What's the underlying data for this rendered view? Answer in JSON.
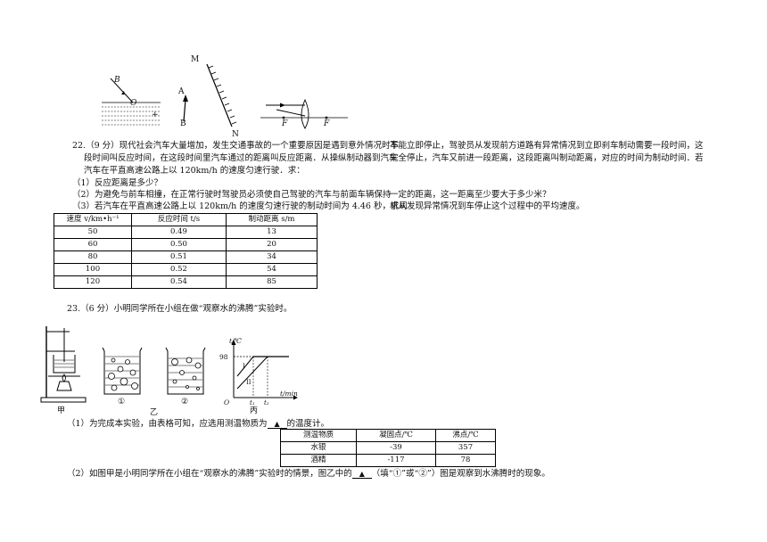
{
  "figures": {
    "fig1": {
      "ray_label": "B",
      "point_label": "O",
      "cross": "+"
    },
    "fig2": {
      "label_a": "A",
      "label_b": "B"
    },
    "fig3": {
      "label_m": "M",
      "label_n": "N"
    },
    "fig4": {
      "focus_left": "F",
      "focus_right": "F"
    }
  },
  "q22": {
    "lines_left": [
      "22.（9 分）现代社会汽车大量增加，发生交通事故的一个重要原因是遇到意外情况时车",
      "段时间叫反应时间，在这段时间里汽车通过的距离叫反应距离．从操纵制动器到汽车",
      "汽车在平直高速公路上以 120km/h 的速度匀速行驶．求：",
      "（1）反应距离是多少？",
      "（2）为避免与前车相撞，在正常行驶时驾驶员必须使自己驾驶的汽车与前面车辆保持",
      "（3）若汽车在平直高速公路上以 120km/h 的速度匀速行驶的制动时间为 4.46 秒，求司"
    ],
    "lines_right": [
      "不能立即停止，驾驶员从发现前方道路有异常情况到立即刹车制动需要一段时间，这",
      "完全停止，汽车又前进一段距离，这段距离叫制动距离，对应的时间为制动时间．若",
      "一定的距离，这一距离至少要大于多少米？",
      "机从发现异常情况到车停止这个过程中的平均速度。"
    ],
    "table": {
      "headers": [
        "速度 v/km•h⁻¹",
        "反应时间 t/s",
        "制动距离 s/m"
      ],
      "rows": [
        [
          "50",
          "0.49",
          "13"
        ],
        [
          "60",
          "0.50",
          "20"
        ],
        [
          "80",
          "0.51",
          "34"
        ],
        [
          "100",
          "0.52",
          "54"
        ],
        [
          "120",
          "0.54",
          "85"
        ]
      ]
    }
  },
  "q23": {
    "title": "23.（6 分）小明同学所在小组在做“观察水的沸腾”实验时。",
    "labels": {
      "jia": "甲",
      "c1": "①",
      "yi": "乙",
      "c2": "②",
      "bing": "丙"
    },
    "graph": {
      "ylabel": "t/℃",
      "y98": "98",
      "origin": "O",
      "xlabel": "t/min",
      "t1": "t₁",
      "t2": "t₂",
      "line1": "I",
      "line2": "II"
    },
    "p1_before": "（1）为完成本实验，由表格可知，应选用测温物质为",
    "p1_after": "的温度计。",
    "table": {
      "headers": [
        "测温物质",
        "凝固点/℃",
        "沸点/℃"
      ],
      "rows": [
        [
          "水银",
          "-39",
          "357"
        ],
        [
          "酒精",
          "-117",
          "78"
        ]
      ]
    },
    "p2_before": "（2）如图甲是小明同学所在小组在“观察水的沸腾”实验时的情景，图乙中的",
    "p2_after": "（填“①”或“②”）图是观察到水沸腾时的现象。",
    "blank_mark": "▲"
  }
}
